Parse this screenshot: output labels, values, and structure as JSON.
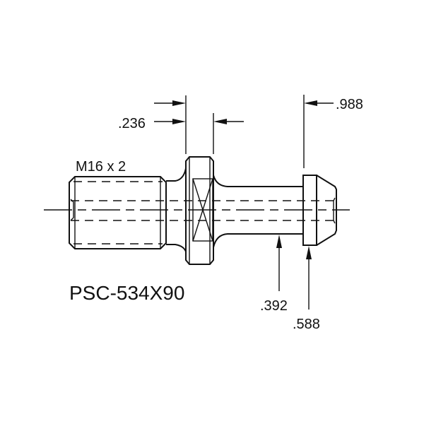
{
  "drawing": {
    "part_number": "PSC-534X90",
    "thread_label": "M16 x 2",
    "dimensions": {
      "flange_width": ".236",
      "overall_length": ".988",
      "neck_diameter": ".392",
      "head_diameter": ".588"
    },
    "colors": {
      "line": "#111111",
      "background": "#ffffff"
    }
  }
}
